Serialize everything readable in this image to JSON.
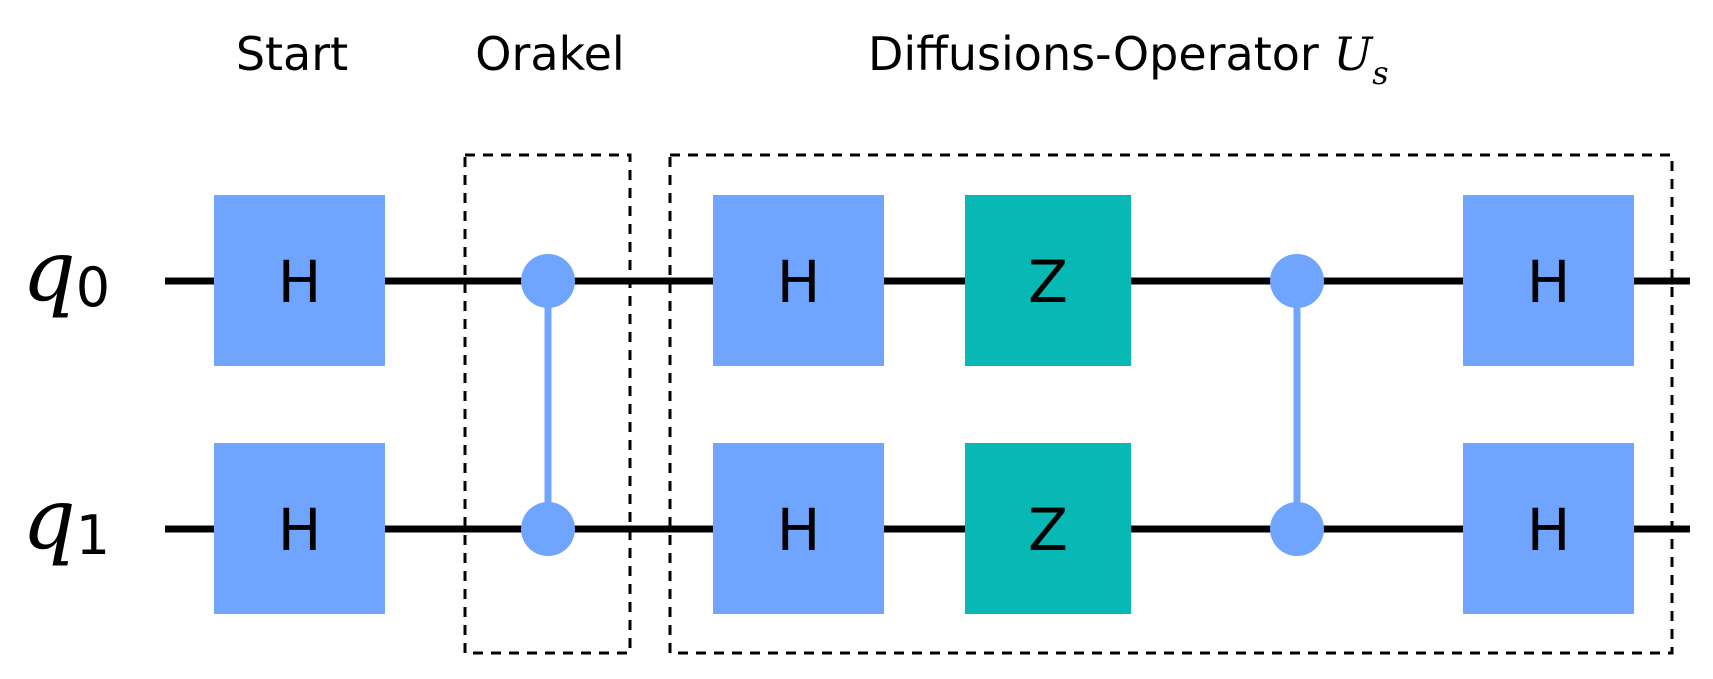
{
  "titles": {
    "start": "Start",
    "oracle": "Orakel",
    "diffusion_prefix": "Diffusions-Operator ",
    "diffusion_math": "U",
    "diffusion_math_sub": "s"
  },
  "qubits": [
    {
      "letter": "q",
      "index": "0"
    },
    {
      "letter": "q",
      "index": "1"
    }
  ],
  "gates": {
    "h": "H",
    "z": "Z"
  },
  "colors": {
    "h_gate": "#6fa4ff",
    "z_gate": "#07b8b4",
    "control": "#6fa4ff",
    "wire": "#000000"
  }
}
